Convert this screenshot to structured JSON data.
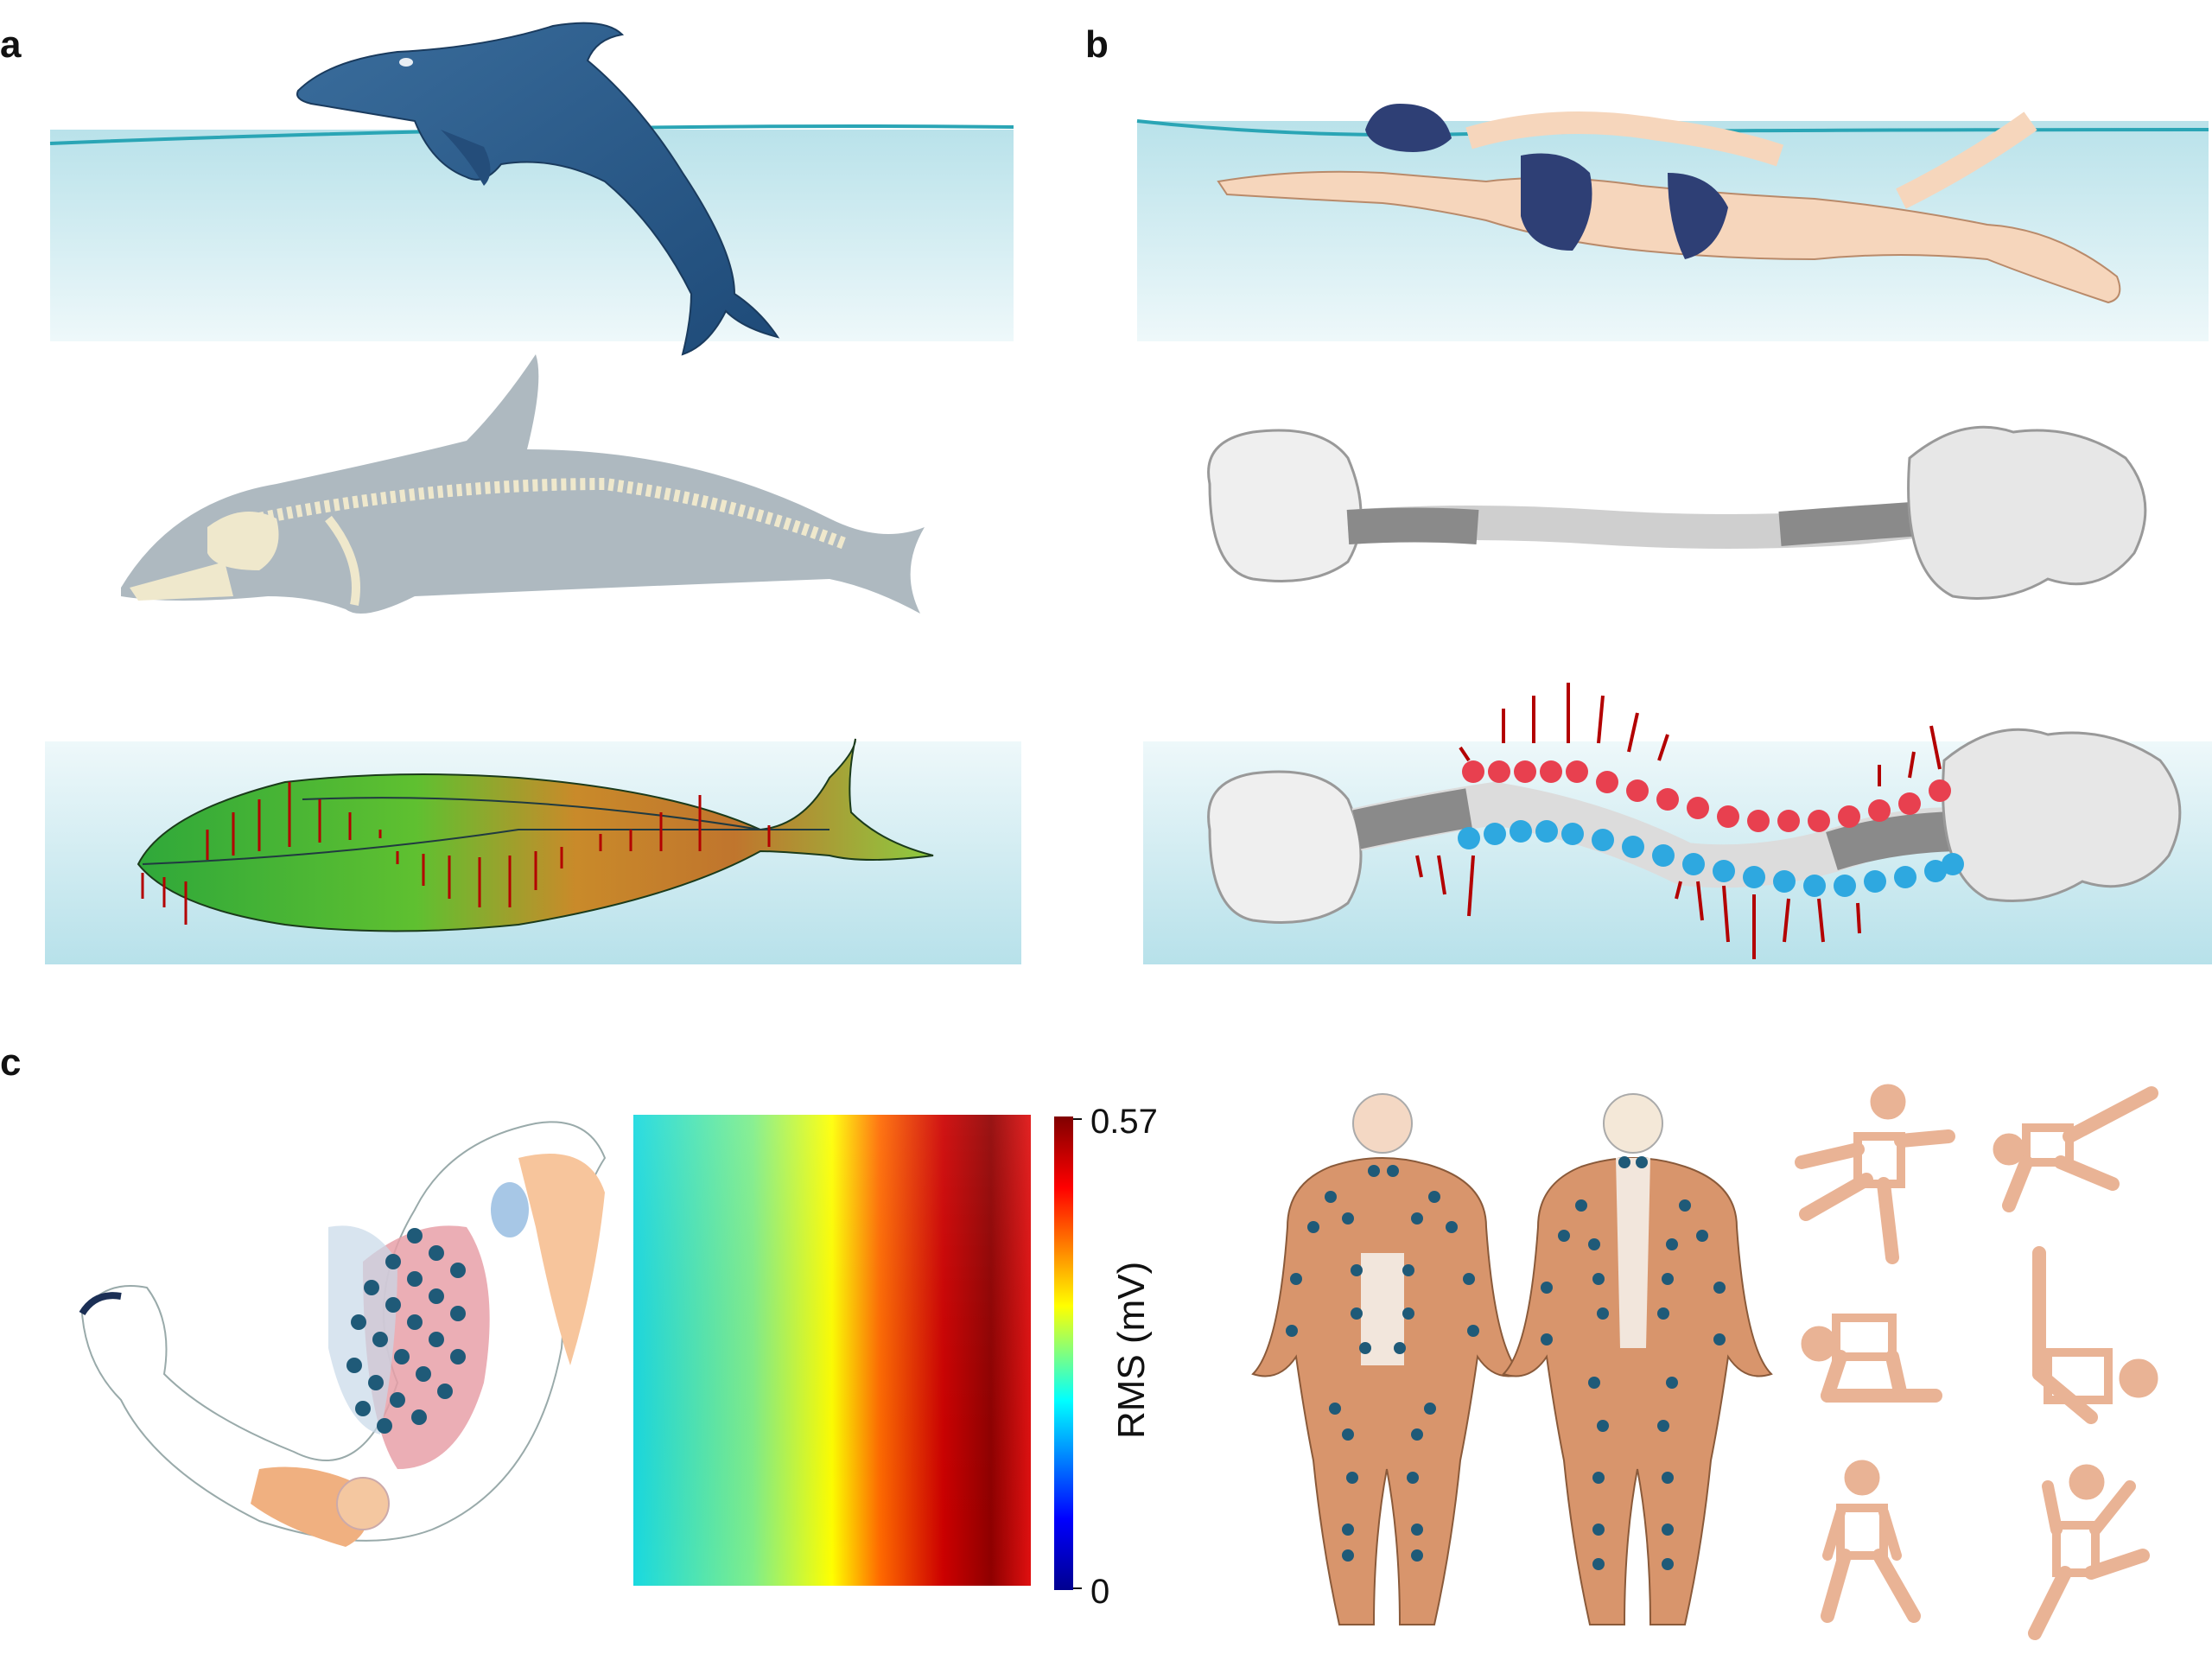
{
  "panels": {
    "a": {
      "label": "a"
    },
    "b": {
      "label": "b"
    },
    "c": {
      "label": "c"
    }
  },
  "colorbar": {
    "max_label": "0.57",
    "min_label": "0",
    "axis_label": "RMS (mV)",
    "max_value": 0.57,
    "min_value": 0,
    "colormap": [
      "#00008f",
      "#0000ff",
      "#00ffff",
      "#ffff00",
      "#ff0000",
      "#800000"
    ]
  },
  "heatmap": {
    "colors": [
      "#19d9e0",
      "#38e8c2",
      "#7fee8a",
      "#ffff00",
      "#ff4000",
      "#cc0000",
      "#8f0000",
      "#e01010"
    ]
  },
  "colors": {
    "water_top": "#e8f6f8",
    "water_bottom": "#b8e3ea",
    "waterline": "#2aa5b5",
    "force_arrow": "#b30000",
    "red_marker": "#e8404f",
    "blue_marker": "#2ea8e0",
    "electrode": "#1f5a78",
    "muscle_skin": "#d8956c",
    "pose_figure": "#e9b395",
    "dolphin": "#3c6e9e"
  },
  "icons": {
    "dolphin": "dolphin-icon",
    "dolphin_skeleton": "dolphin-skeleton-icon",
    "dolphin_model": "dolphin-force-model-icon",
    "swimmer": "swimmer-icon",
    "spine": "human-spine-icon",
    "arm": "arm-muscle-icon",
    "body": "human-body-electrode-icon",
    "poses": "exercise-pose-icon"
  }
}
